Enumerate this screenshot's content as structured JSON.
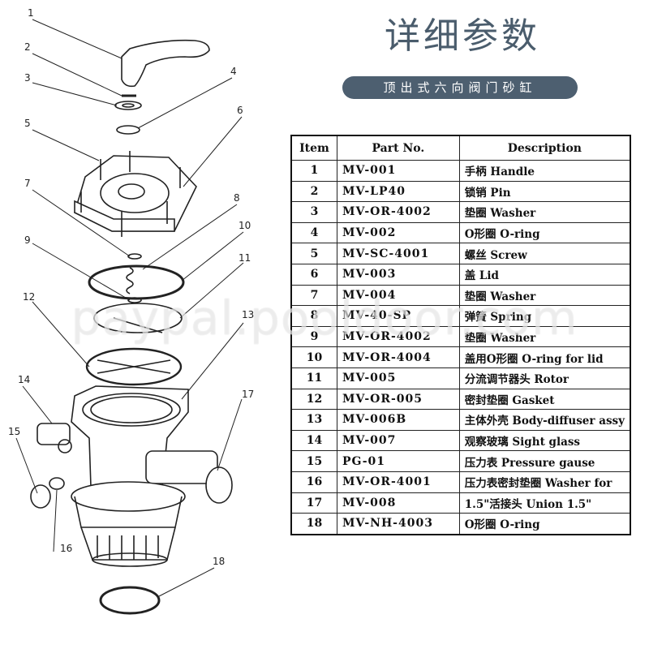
{
  "header": {
    "title": "详细参数",
    "subtitle": "顶出式六向阀门砂缸"
  },
  "diagram": {
    "callouts": [
      "1",
      "2",
      "3",
      "4",
      "5",
      "6",
      "7",
      "8",
      "9",
      "10",
      "11",
      "12",
      "13",
      "14",
      "15",
      "16",
      "17",
      "18"
    ]
  },
  "table": {
    "columns": [
      "Item",
      "Part No.",
      "Description"
    ],
    "rows": [
      {
        "item": "1",
        "part": "MV-001",
        "desc": "手柄 Handle"
      },
      {
        "item": "2",
        "part": "MV-LP40",
        "desc": "锁销 Pin"
      },
      {
        "item": "3",
        "part": "MV-OR-4002",
        "desc": "垫圈 Washer"
      },
      {
        "item": "4",
        "part": "MV-002",
        "desc": "O形圈 O-ring"
      },
      {
        "item": "5",
        "part": "MV-SC-4001",
        "desc": "螺丝 Screw"
      },
      {
        "item": "6",
        "part": "MV-003",
        "desc": "盖 Lid"
      },
      {
        "item": "7",
        "part": "MV-004",
        "desc": "垫圈 Washer"
      },
      {
        "item": "8",
        "part": "MV-40-SP",
        "desc": "弹簧 Spring"
      },
      {
        "item": "9",
        "part": "MV-OR-4002",
        "desc": "垫圈 Washer"
      },
      {
        "item": "10",
        "part": "MV-OR-4004",
        "desc": "盖用O形圈 O-ring for lid"
      },
      {
        "item": "11",
        "part": "MV-005",
        "desc": "分流调节器头 Rotor"
      },
      {
        "item": "12",
        "part": "MV-OR-005",
        "desc": "密封垫圈 Gasket"
      },
      {
        "item": "13",
        "part": "MV-006B",
        "desc": "主体外壳 Body-diffuser assy"
      },
      {
        "item": "14",
        "part": "MV-007",
        "desc": "观察玻璃 Sight glass"
      },
      {
        "item": "15",
        "part": "PG-01",
        "desc": "压力表 Pressure gause"
      },
      {
        "item": "16",
        "part": "MV-OR-4001",
        "desc": "压力表密封垫圈 Washer for"
      },
      {
        "item": "17",
        "part": "MV-008",
        "desc": "1.5\"活接头 Union 1.5\""
      },
      {
        "item": "18",
        "part": "MV-NH-4003",
        "desc": "O形圈 O-ring"
      }
    ]
  },
  "watermark": "paypal.pooldoor.com"
}
